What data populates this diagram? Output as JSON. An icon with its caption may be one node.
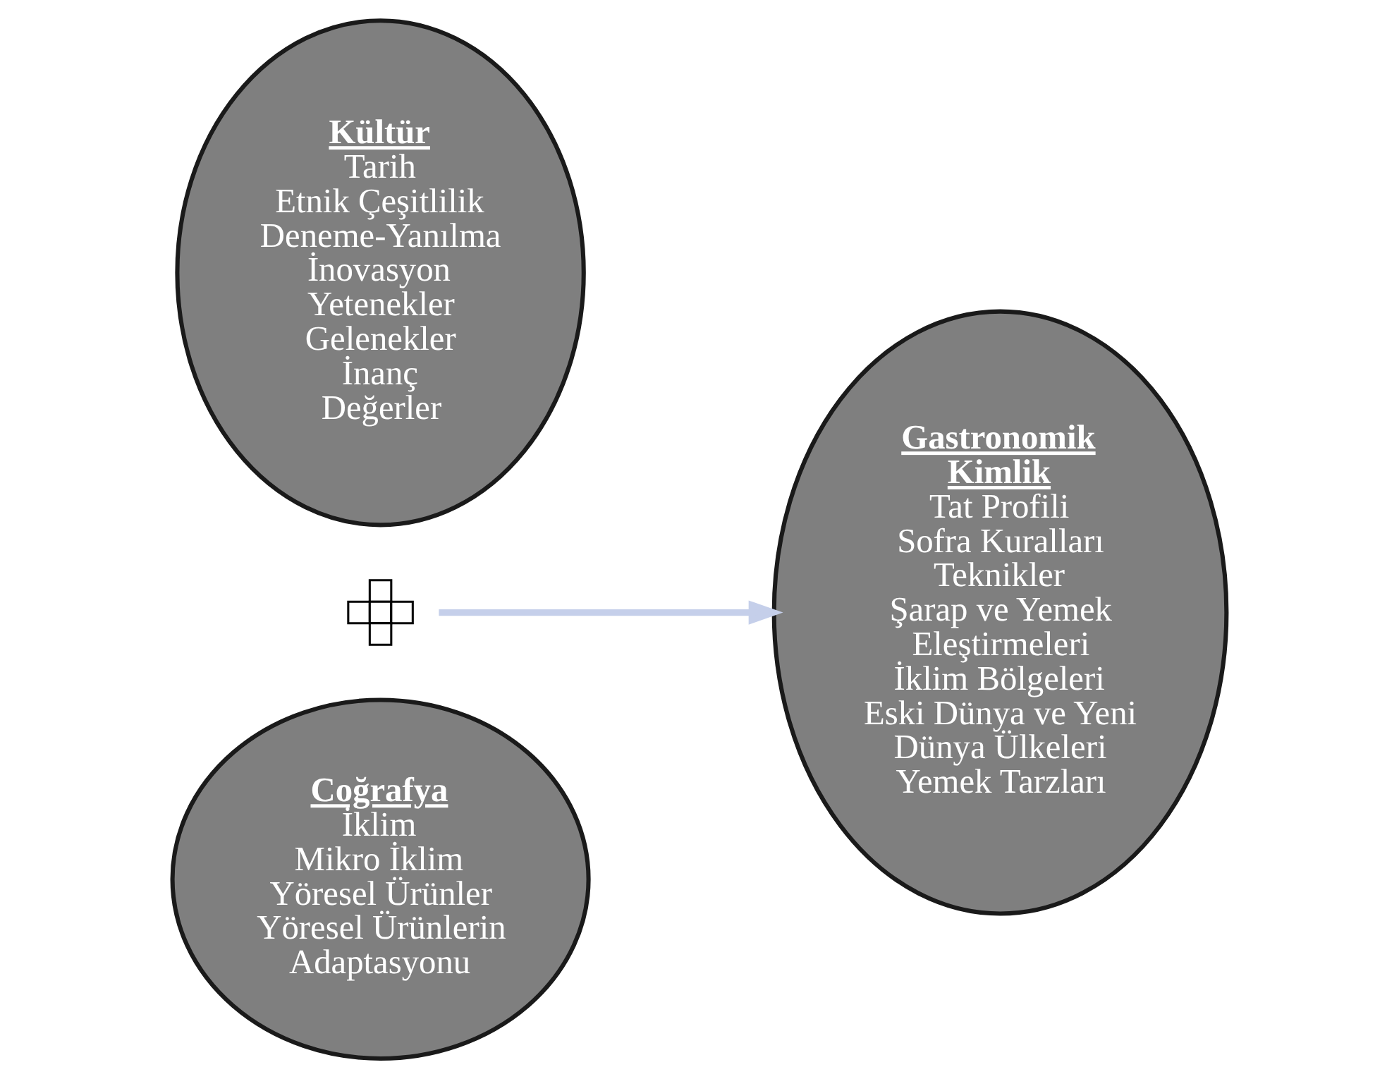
{
  "diagram": {
    "nodes": [
      {
        "text": [
          "Kültür",
          "Tarih",
          "Etnik Çeşitlilik",
          "Deneme-Yanılma",
          "İnovasyon",
          "Yetenekler",
          "Gelenekler",
          "İnanç",
          "Değerler"
        ]
      },
      {
        "text": [],
        "shape": "plus"
      },
      {
        "text": [
          "Coğrafya",
          "İklim",
          "Mikro İklim",
          "Yöresel Ürünler",
          "Yöresel Ürünlerin Adaptasyonu"
        ]
      },
      {
        "text": [
          "Gastronomik Kimlik",
          "Tat Profili",
          "Sofra Kuralları",
          "Teknikler",
          "Şarap ve Yemek Eleştirmeleri",
          "İklim Bölgeleri",
          "Eski Dünya ve Yeni Dünya Ülkeleri",
          "Yemek Tarzları"
        ]
      }
    ],
    "edges": [
      {
        "from": 1,
        "to": 3,
        "arrow": "to",
        "color": "#c5cfea"
      }
    ]
  }
}
